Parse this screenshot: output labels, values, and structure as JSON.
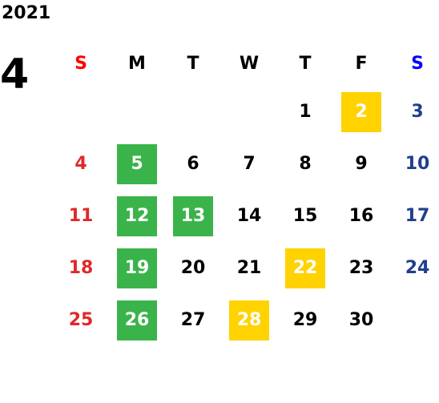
{
  "year": "2021",
  "month": "4",
  "weekdays": [
    "S",
    "M",
    "T",
    "W",
    "T",
    "F",
    "S"
  ],
  "weeks": [
    [
      "",
      "",
      "",
      "",
      "1",
      "2",
      "3"
    ],
    [
      "4",
      "5",
      "6",
      "7",
      "8",
      "9",
      "10"
    ],
    [
      "11",
      "12",
      "13",
      "14",
      "15",
      "16",
      "17"
    ],
    [
      "18",
      "19",
      "20",
      "21",
      "22",
      "23",
      "24"
    ],
    [
      "25",
      "26",
      "27",
      "28",
      "29",
      "30",
      ""
    ]
  ],
  "highlights": {
    "green": [
      "5",
      "12",
      "13",
      "19",
      "26"
    ],
    "yellow": [
      "2",
      "22",
      "28"
    ]
  },
  "colors": {
    "green": "#3ab44a",
    "yellow": "#ffd200",
    "sunday": "#e0282a",
    "saturday": "#1f3f8f",
    "sunday_header": "#ff0000",
    "saturday_header": "#0000ff"
  }
}
